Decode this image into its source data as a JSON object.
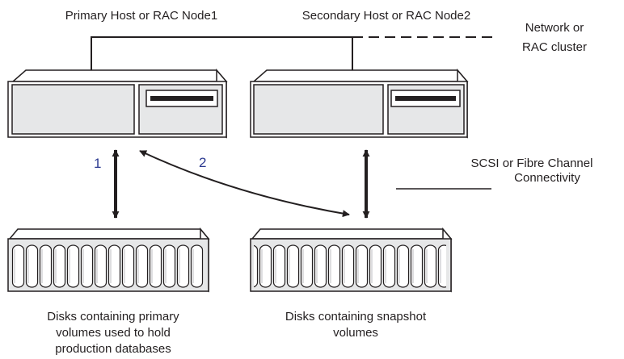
{
  "labels": {
    "primary_host": "Primary Host or RAC Node1",
    "secondary_host": "Secondary Host or RAC Node2",
    "network_line1": "Network or",
    "network_line2": "RAC cluster",
    "connectivity_line1": "SCSI or Fibre Channel",
    "connectivity_line2": "Connectivity",
    "path_1": "1",
    "path_2": "2",
    "primary_disks_line1": "Disks containing primary",
    "primary_disks_line2": "volumes used to hold",
    "primary_disks_line3": "production databases",
    "snapshot_disks_line1": "Disks containing snapshot",
    "snapshot_disks_line2": "volumes"
  },
  "colors": {
    "stroke": "#231f20",
    "panel_fill": "#e6e7e8",
    "path_number": "#2b3990"
  }
}
